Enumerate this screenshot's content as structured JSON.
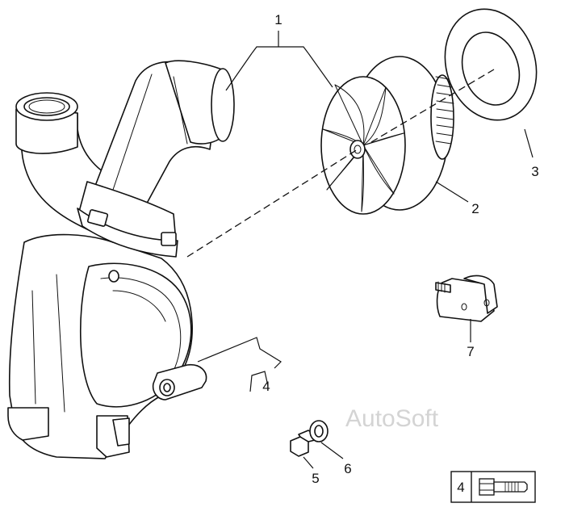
{
  "callouts": {
    "c1": "1",
    "c2": "2",
    "c3": "3",
    "c4a": "4",
    "c5": "5",
    "c6": "6",
    "c7": "7"
  },
  "legend": {
    "qty": "4",
    "icon": "bolt-icon"
  },
  "watermark": "AutoSoft",
  "colors": {
    "line": "#111111",
    "background": "#ffffff",
    "watermark": "#d4d4d4"
  }
}
